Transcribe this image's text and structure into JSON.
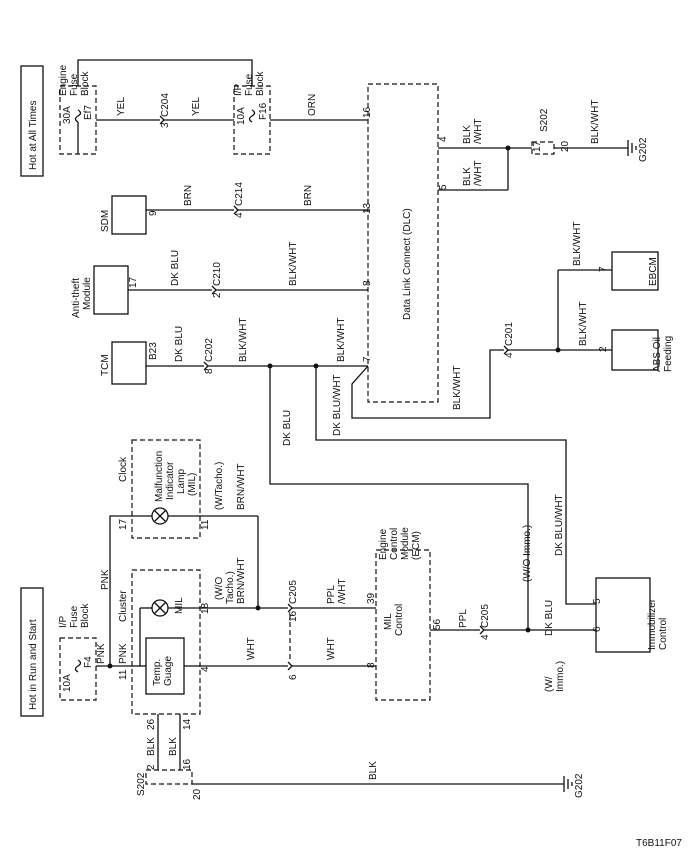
{
  "headers": {
    "hot_at_all_times": "Hot  at All Times",
    "hot_in_run_and_start": "Hot  in Run and Start"
  },
  "fuse_blocks": {
    "engine": {
      "title": [
        "Engine",
        "Fuse",
        "Block"
      ],
      "fuse": "Ef7",
      "rating": "30A"
    },
    "ip_top": {
      "title": [
        "I/P",
        "Fuse",
        "Block"
      ],
      "fuse": "F16",
      "rating": "10A"
    },
    "ip_bottom": {
      "title": [
        "I/P",
        "Fuse",
        "Block"
      ],
      "fuse": "F4",
      "rating": "10A"
    }
  },
  "dlc": {
    "name": "Data Link Connect (DLC)",
    "pins": [
      "16",
      "13",
      "8",
      "7",
      "4",
      "5"
    ]
  },
  "components": {
    "sdm": {
      "name": "SDM",
      "pin": "9"
    },
    "antitheft": {
      "name": [
        "Anti-theft",
        "Module"
      ],
      "pin": "17"
    },
    "tcm": {
      "name": "TCM",
      "pin": "B23"
    },
    "ebcm": {
      "name": "EBCM",
      "pin": "7"
    },
    "abs": {
      "name": [
        "ABS Oil",
        "Feeding"
      ],
      "pin": "2"
    },
    "clock": {
      "name": "Clock",
      "mil": [
        "Malfunction",
        "Indicator",
        "Lamp",
        "(MIL)"
      ],
      "pin_left": "17",
      "pin_right": "11"
    },
    "cluster": {
      "name": "Cluster",
      "mil": "MIL",
      "temp": [
        "Temp.",
        "Guage"
      ],
      "pins": [
        "18",
        "11",
        "4",
        "26",
        "14"
      ]
    },
    "ecm": {
      "name": [
        "Engine",
        "Control",
        "Module",
        "(ECM)"
      ],
      "inner": [
        "MIL",
        "Control"
      ],
      "pins": [
        "39",
        "8",
        "56"
      ]
    },
    "immobilizer": {
      "name": [
        "Immobilizer",
        "Control"
      ],
      "pins": [
        "5",
        "6"
      ]
    }
  },
  "connectors": {
    "c204": {
      "name": "C204",
      "pin": "3"
    },
    "c214": {
      "name": "C214",
      "pin": "4"
    },
    "c210": {
      "name": "C210",
      "pin": "2"
    },
    "c202": {
      "name": "C202",
      "pin": "8"
    },
    "c201": {
      "name": "C201",
      "pin": "4"
    },
    "c205_top": {
      "name": "C205",
      "pin": "16"
    },
    "c205_mid": {
      "pin": "6"
    },
    "c205_bot": {
      "name": "C205",
      "pin": "4"
    }
  },
  "splices": {
    "top": {
      "name": "S202",
      "pins": [
        "17",
        "20"
      ]
    },
    "bottom": {
      "name": "S202",
      "pins": [
        "2",
        "16",
        "20"
      ]
    }
  },
  "grounds": {
    "top": "G202",
    "bottom": "G202"
  },
  "wires": {
    "yel": "YEL",
    "orn": "ORN",
    "brn": "BRN",
    "dk_blu": "DK BLU",
    "blk_wht": "BLK/WHT",
    "blk_wht_2": [
      "BLK",
      "/WHT"
    ],
    "dk_blu_wht": "DK BLU/WHT",
    "brn_wht": "BRN/WHT",
    "ppl_wht": [
      "PPL",
      "/WHT"
    ],
    "ppl": "PPL",
    "wht": "WHT",
    "pnk": "PNK",
    "blk": "BLK"
  },
  "options": {
    "w_tacho": "(W/Tacho.)",
    "wo_tacho": [
      "(W/O",
      "Tacho.)"
    ],
    "wo_immo": "(W/O Immo.)",
    "w_immo": [
      "(W/",
      "Immo.)"
    ]
  },
  "figure_id": "T6B11F07"
}
